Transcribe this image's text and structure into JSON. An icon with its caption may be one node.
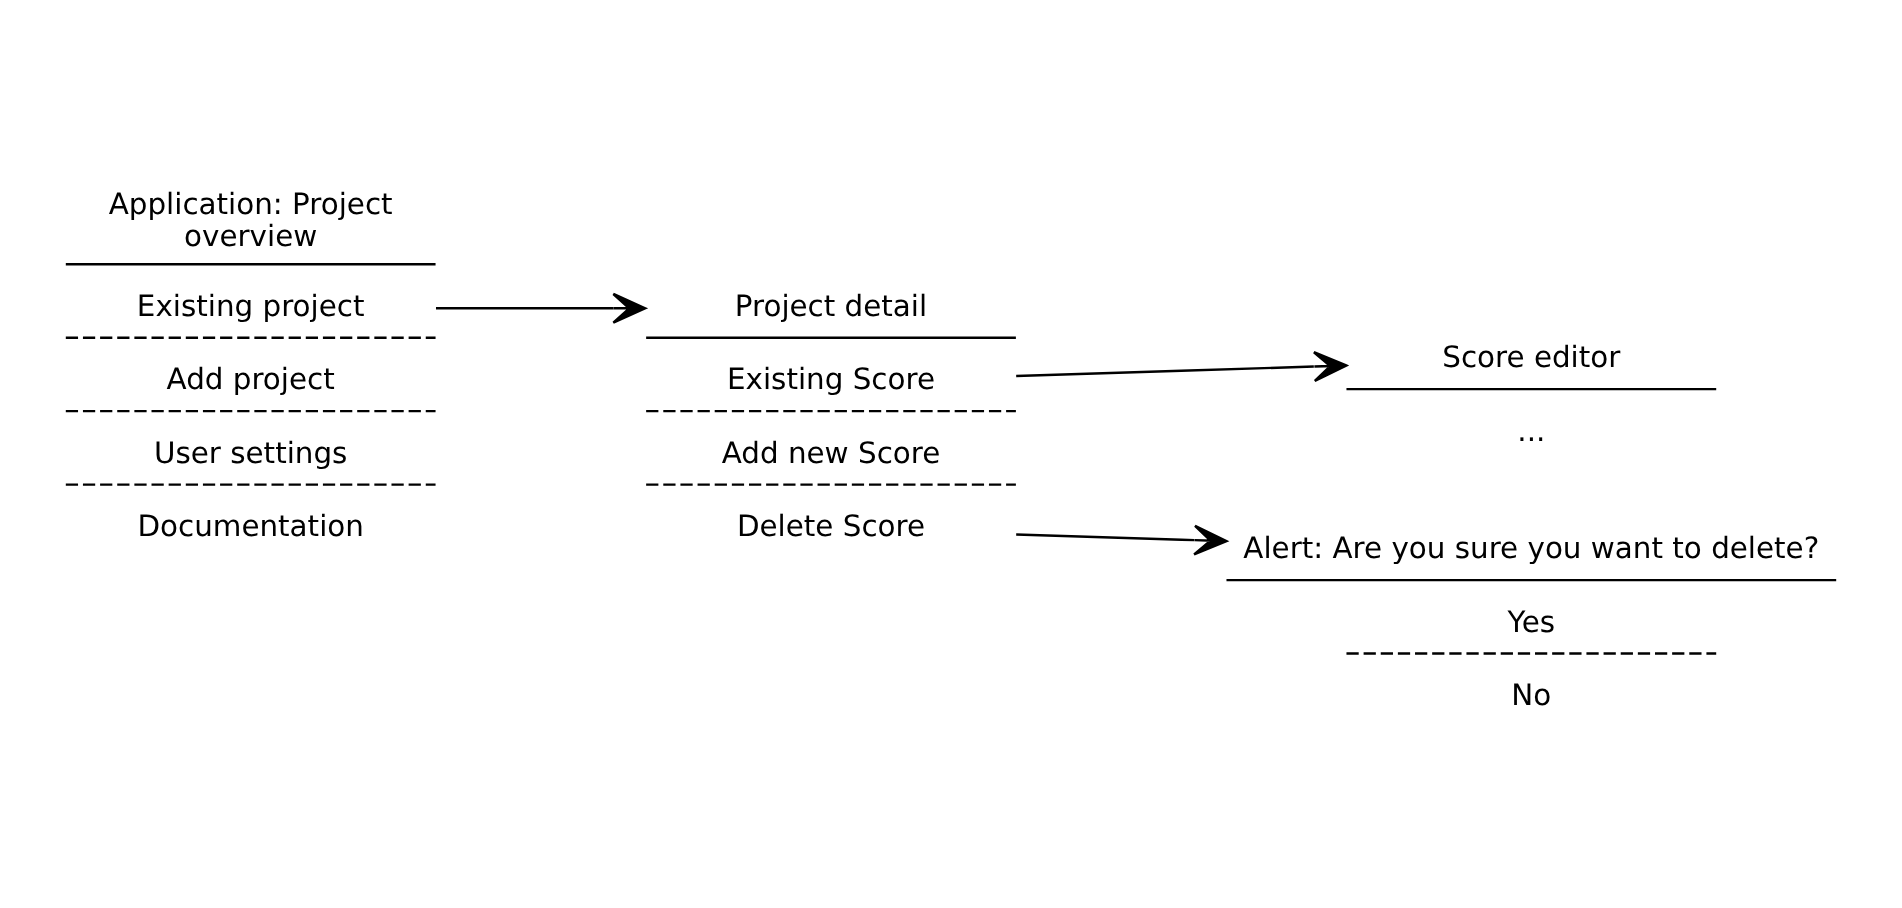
{
  "diagram": {
    "nodes": [
      {
        "text": [
          "Application: Project overview"
        ]
      },
      {
        "text": [
          "Existing project"
        ]
      },
      {
        "text": [
          "Add project"
        ]
      },
      {
        "text": [
          "User settings"
        ]
      },
      {
        "text": [
          "Documentation"
        ]
      },
      {
        "text": [
          "Project detail"
        ]
      },
      {
        "text": [
          "Existing Score"
        ]
      },
      {
        "text": [
          "Add new Score"
        ]
      },
      {
        "text": [
          "Delete Score"
        ]
      },
      {
        "text": [
          "Score editor"
        ]
      },
      {
        "text": [
          "..."
        ]
      },
      {
        "text": [
          "Alert: Are you sure you want to delete?"
        ]
      },
      {
        "text": [
          "Yes"
        ]
      },
      {
        "text": [
          "No"
        ]
      }
    ],
    "edges": [
      {
        "from": 1,
        "to": 5,
        "arrow": "to"
      },
      {
        "from": 6,
        "to": 9,
        "arrow": "to"
      },
      {
        "from": 8,
        "to": 11,
        "arrow": "to"
      }
    ]
  }
}
